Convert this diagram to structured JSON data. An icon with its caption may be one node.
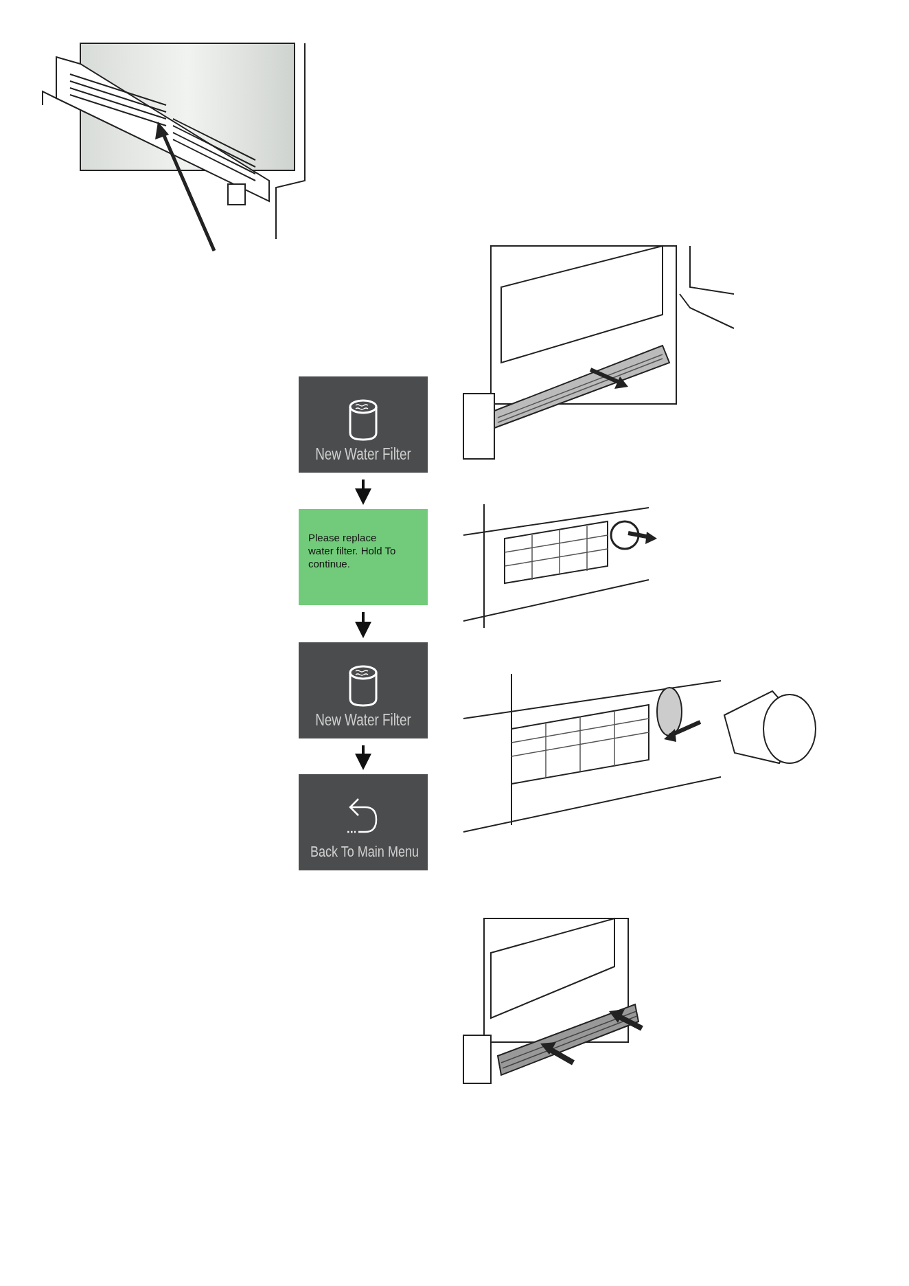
{
  "diagram": {
    "nodes": [
      {
        "text": [
          "New Water Filter"
        ]
      },
      {
        "text": [
          "Please replace water filter. Hold To continue."
        ]
      },
      {
        "text": [
          "New Water Filter"
        ]
      },
      {
        "text": [
          "Back To Main Menu"
        ]
      }
    ],
    "edges": [
      {
        "from": 0,
        "to": 1,
        "arrow": "to"
      },
      {
        "from": 1,
        "to": 2,
        "arrow": "to"
      },
      {
        "from": 2,
        "to": 3,
        "arrow": "to"
      }
    ]
  }
}
